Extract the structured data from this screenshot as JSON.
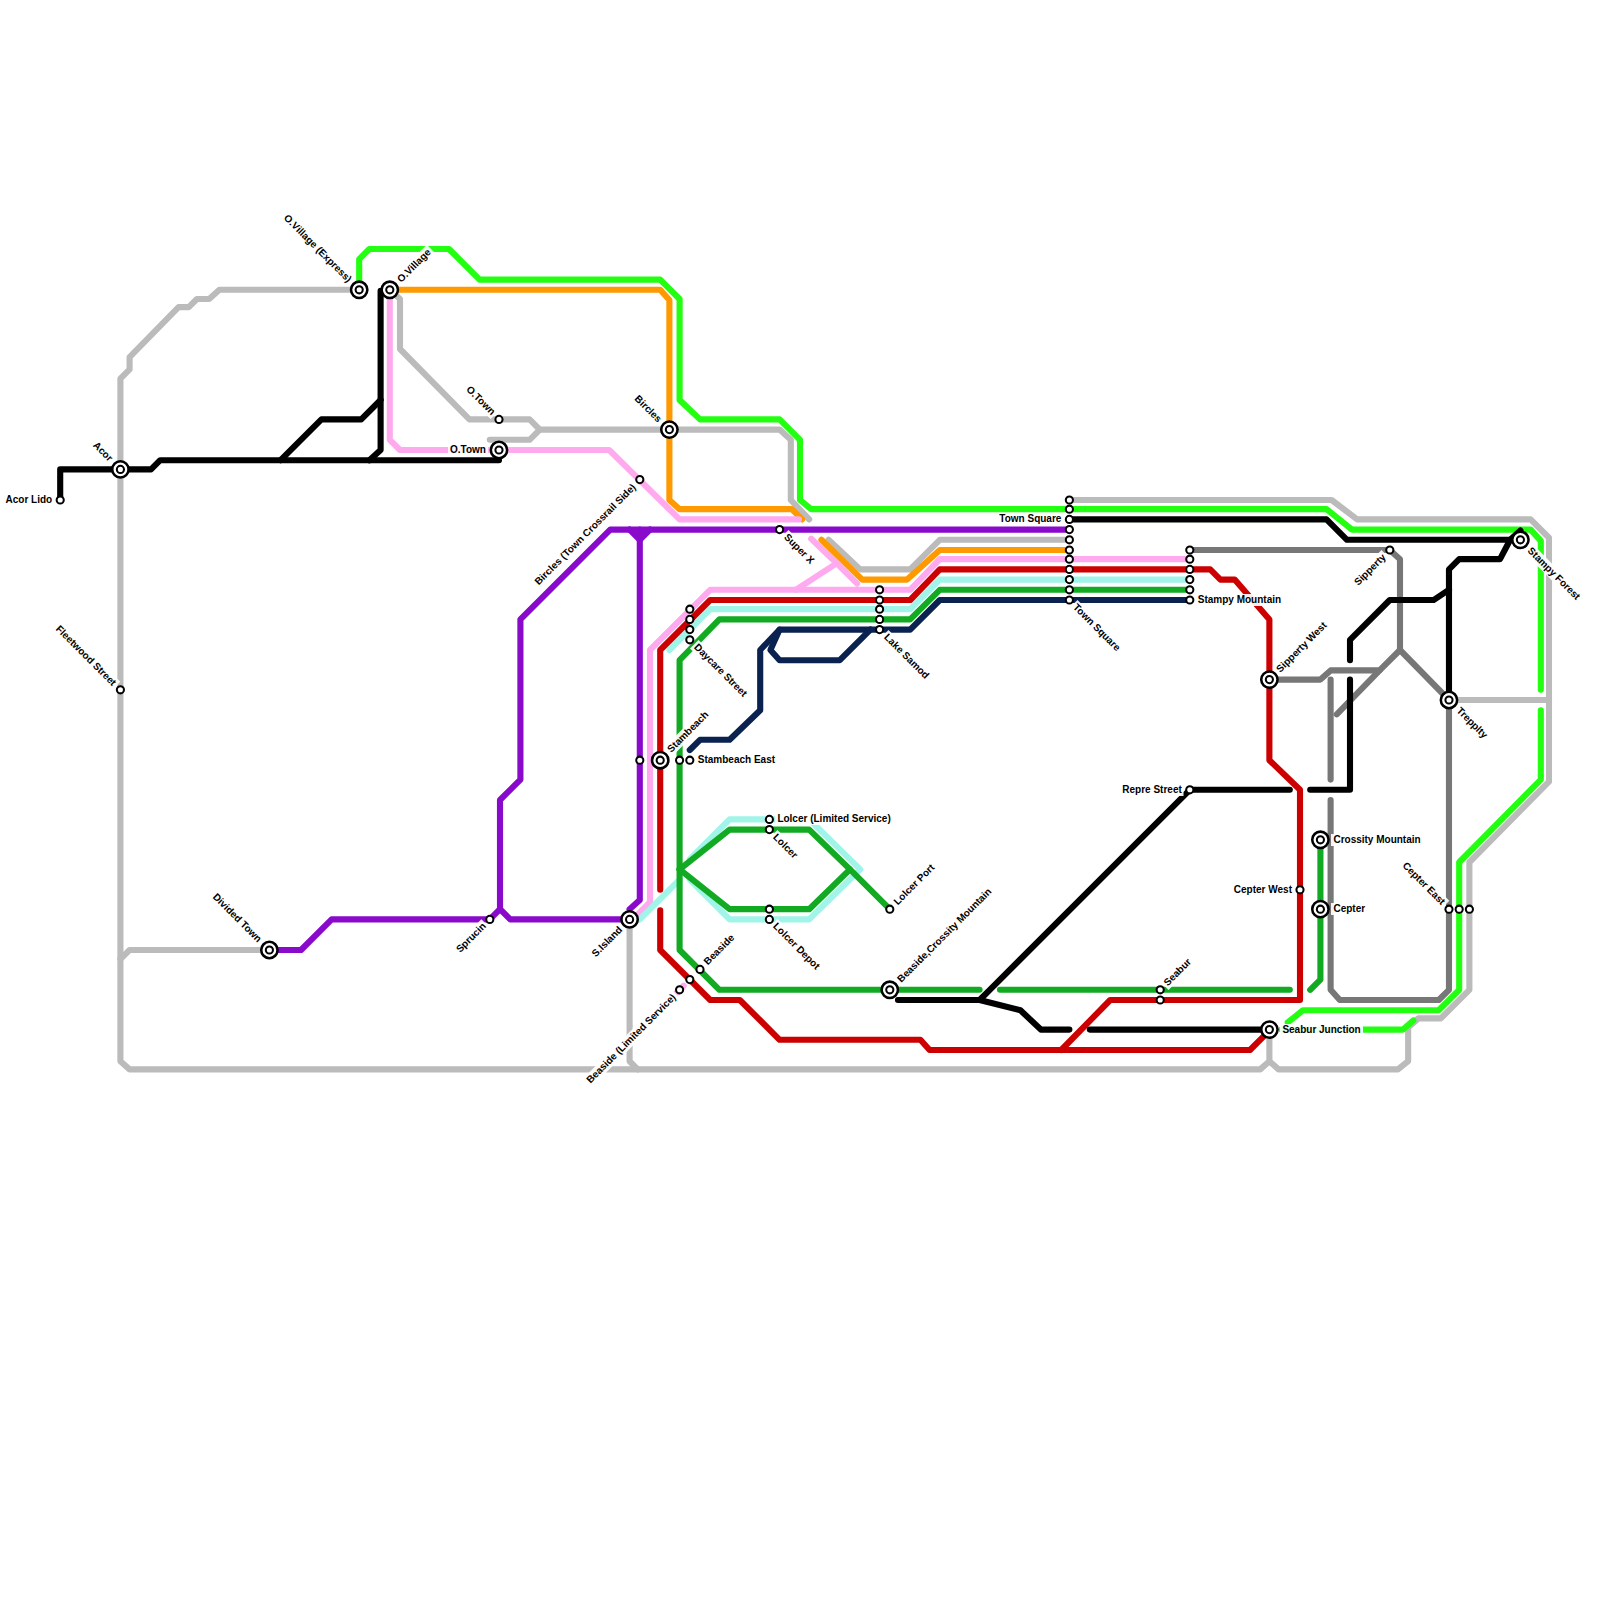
{
  "diagram": {
    "labels": [
      "Acor Lido",
      "Acor",
      "Fleetwood Street",
      "Divided Town",
      "O.Village (Express)",
      "O.Village",
      "O.Town",
      "O.Town",
      "Bircles",
      "Bircles (Town Crossrail Side)",
      "Super X",
      "Daycare Street",
      "Stambeach",
      "Stambeach East",
      "Lake Samod",
      "Town Square",
      "Town Square",
      "Stampy Mountain",
      "Sipperty",
      "Stampy Forest",
      "Sipperty West",
      "Trepplty",
      "Repre Street",
      "Crossity Mountain",
      "Cepter West",
      "Cepter",
      "Cepter East",
      "Seabur Junction",
      "Seabur",
      "Beaside,Crossity Mountain",
      "Lolcer Port",
      "Lolcer (Limited Service)",
      "Lolcer",
      "Lolcer Depot",
      "Beaside",
      "Beaside (Limited Service)",
      "S.Island",
      "Sprucin"
    ]
  }
}
